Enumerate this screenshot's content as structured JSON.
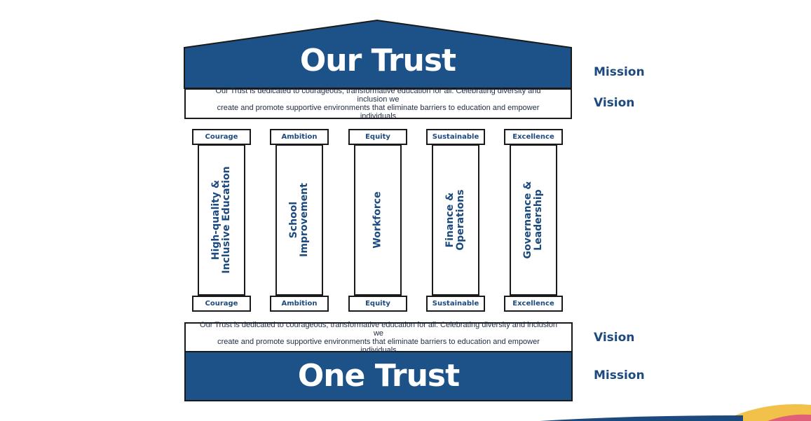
{
  "colors": {
    "primary": "#1c5288",
    "text_blue": "#1c4a7f",
    "outline": "#1a1a1a",
    "accent_yellow": "#f2c14a",
    "accent_pink": "#e0607a",
    "accent_navy": "#1c4a7f"
  },
  "top": {
    "title": "Our Trust",
    "vision_text_line1": "Our Trust is dedicated to courageous, transformative education for all. Celebrating diversity and inclusion we",
    "vision_text_line2": "create and promote supportive environments that eliminate barriers to education and empower individuals",
    "mission_label": "Mission",
    "vision_label": "Vision"
  },
  "pillars": [
    {
      "value": "Courage",
      "lines": [
        "High-quality &",
        "Inclusive Education"
      ]
    },
    {
      "value": "Ambition",
      "lines": [
        "School",
        "Improvement"
      ]
    },
    {
      "value": "Equity",
      "lines": [
        "Workforce"
      ]
    },
    {
      "value": "Sustainable",
      "lines": [
        "Finance &",
        "Operations"
      ]
    },
    {
      "value": "Excellence",
      "lines": [
        "Governance &",
        "Leadership"
      ]
    }
  ],
  "bottom": {
    "title": "One Trust",
    "vision_text_line1": "Our Trust is dedicated to courageous, transformative education for all. Celebrating diversity and inclusion we",
    "vision_text_line2": "create and promote supportive environments that eliminate barriers to education and empower individuals",
    "vision_label": "Vision",
    "mission_label": "Mission"
  }
}
